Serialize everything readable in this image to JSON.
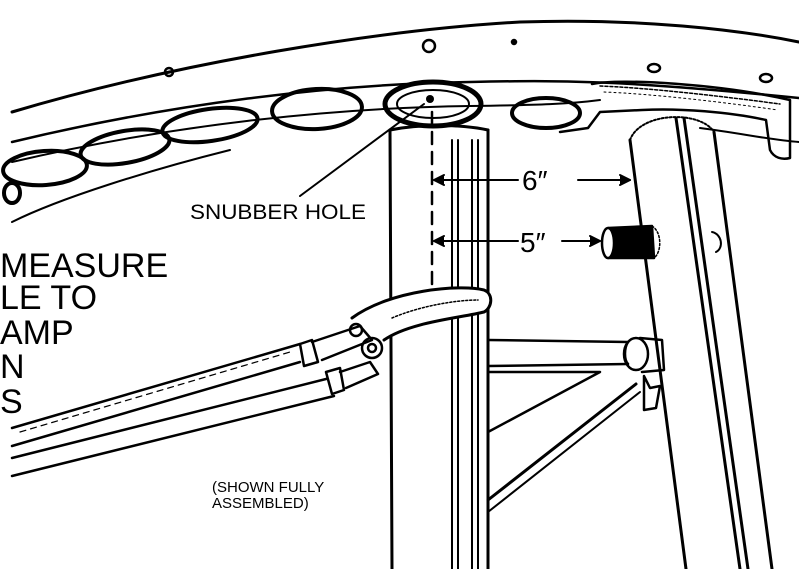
{
  "labels": {
    "snubber_hole": "SNUBBER HOLE",
    "dim_6": "6″",
    "dim_5": "5″",
    "instruction_lines": [
      "MEASURE",
      "LE TO",
      "AMP",
      "N",
      "S"
    ],
    "note_line1": "(SHOWN FULLY",
    "note_line2": "ASSEMBLED)"
  },
  "colors": {
    "ink": "#000000",
    "paper": "#ffffff"
  }
}
